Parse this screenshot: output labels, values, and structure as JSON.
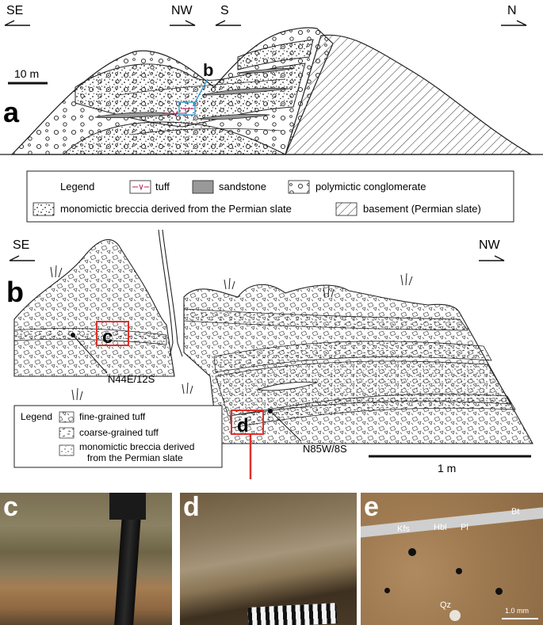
{
  "panel_a": {
    "label": "a",
    "inset_label": "b",
    "direction_labels": [
      "SE",
      "NW",
      "S",
      "N"
    ],
    "scale_label": "10 m"
  },
  "legend_a": {
    "title": "Legend",
    "items": {
      "tuff": "tuff",
      "sandstone": "sandstone",
      "polymictic_conglomerate": "polymictic conglomerate",
      "monomictic_breccia": "monomictic breccia derived from the Permian slate",
      "basement": "basement (Permian slate)"
    }
  },
  "panel_b": {
    "label": "b",
    "direction_labels": [
      "SE",
      "NW"
    ],
    "inset_c": "c",
    "inset_d": "d",
    "attitude_1": "N44E/12S",
    "attitude_2": "N85W/8S",
    "scale_label": "1 m"
  },
  "legend_b": {
    "title": "Legend",
    "fine": "fine-grained tuff",
    "coarse": "coarse-grained tuff",
    "breccia_line1": "monomictic breccia derived",
    "breccia_line2": "from the Permian slate"
  },
  "photos": {
    "c_label": "c",
    "d_label": "d",
    "e_label": "e",
    "minerals": {
      "bt": "Bt",
      "kfs": "Kfs",
      "hbl": "Hbl",
      "pl": "Pl",
      "qz": "Qz"
    },
    "scale_e": "1.0 mm"
  },
  "colors": {
    "tuff_marker": "#c2185b",
    "inset_box": "#3aa0d8",
    "callout": "#e0302a"
  }
}
